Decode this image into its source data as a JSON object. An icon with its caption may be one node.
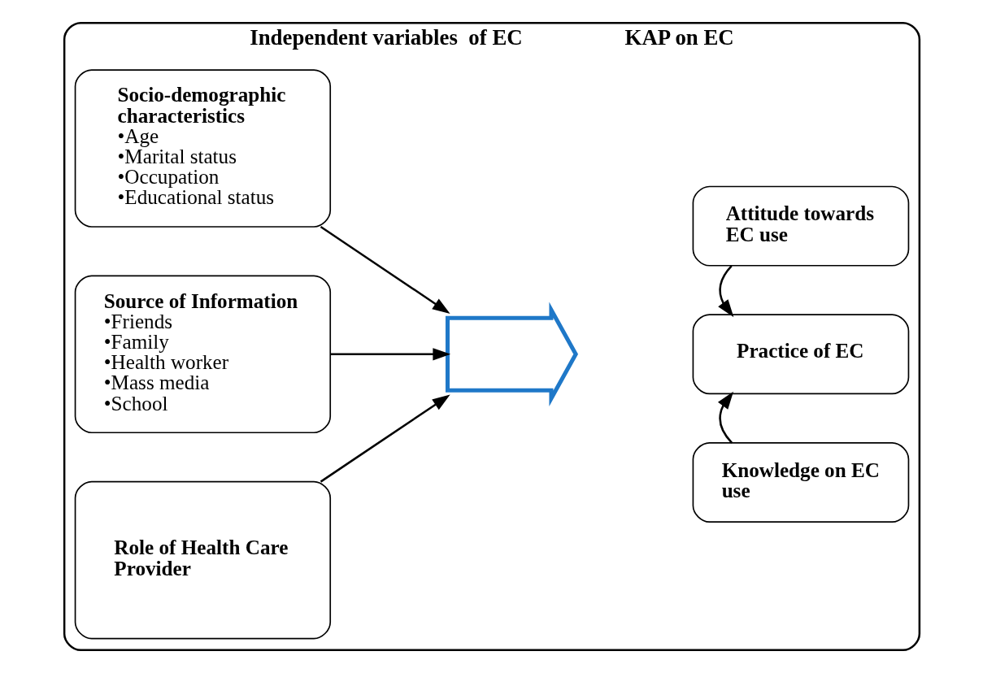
{
  "diagram": {
    "nodes": [
      {
        "text": [
          "Independent variables  of EC",
          "KAP on EC"
        ]
      },
      {
        "text": [
          "Socio-demographic characteristics",
          "•Age",
          "•Marital status",
          "•Occupation",
          "•Educational status"
        ],
        "in": 0
      },
      {
        "text": [
          "Source of Information",
          "•Friends",
          "•Family",
          "•Health worker",
          "•Mass media",
          "•School"
        ],
        "in": 0
      },
      {
        "text": [
          "Role of Health Care Provider"
        ],
        "in": 0
      },
      {
        "text": [],
        "shape": "arrow",
        "in": 0
      },
      {
        "text": [
          "Knowledge on EC use"
        ],
        "in": 0
      },
      {
        "text": [
          "Practice of EC"
        ],
        "in": 0
      },
      {
        "text": [
          "Attitude towards EC use"
        ],
        "in": 0
      }
    ],
    "edges": [
      {
        "from": 1,
        "to": 4,
        "arrow": "to"
      },
      {
        "from": 2,
        "to": 4,
        "arrow": "to"
      },
      {
        "from": 3,
        "to": 4,
        "arrow": "to"
      },
      {
        "from": 5,
        "to": 6,
        "arrow": "to"
      },
      {
        "from": 7,
        "to": 6,
        "arrow": "to"
      }
    ]
  }
}
